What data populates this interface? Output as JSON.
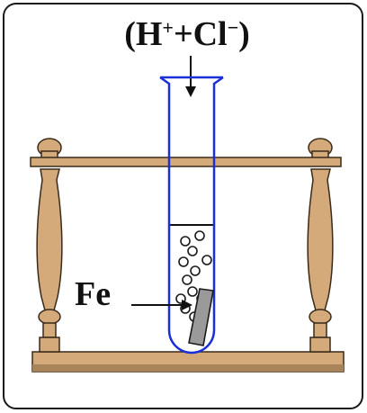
{
  "diagram": {
    "reagent": {
      "open_paren": "(H",
      "h_charge": "+",
      "plus": "+Cl",
      "cl_charge": "−",
      "close_paren": ")"
    },
    "metal_label": "Fe"
  },
  "colors": {
    "frame": "#1a1a1a",
    "wood": "#d4aa7a",
    "wood_dark": "#a9835a",
    "wood_outline": "#3a2a1a",
    "tube": "#1a2fd8",
    "metal": "#9a9a9a",
    "bubble": "#1a1a1a"
  }
}
